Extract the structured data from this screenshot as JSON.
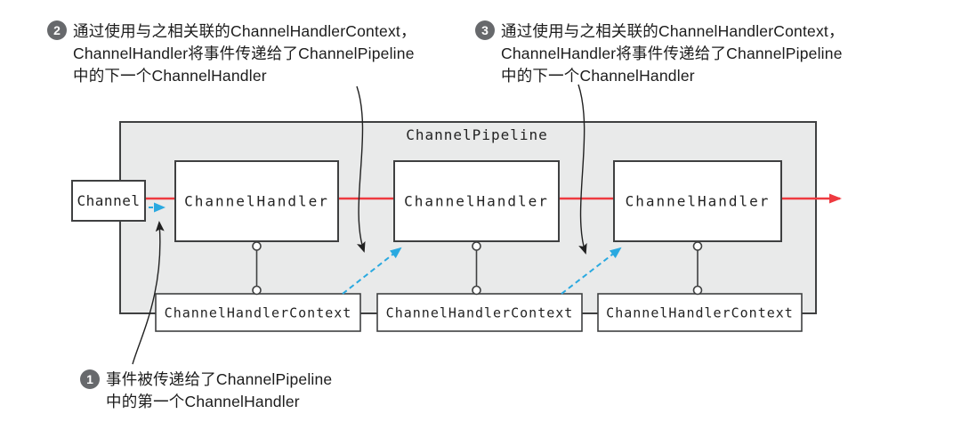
{
  "pipeline": {
    "label": "ChannelPipeline"
  },
  "channel": {
    "label": "Channel"
  },
  "handlers": [
    {
      "label": "ChannelHandler"
    },
    {
      "label": "ChannelHandler"
    },
    {
      "label": "ChannelHandler"
    }
  ],
  "contexts": [
    {
      "label": "ChannelHandlerContext"
    },
    {
      "label": "ChannelHandlerContext"
    },
    {
      "label": "ChannelHandlerContext"
    }
  ],
  "annotations": {
    "note1": {
      "number": "1",
      "lines": [
        "事件被传递给了ChannelPipeline",
        "中的第一个ChannelHandler"
      ]
    },
    "note2": {
      "number": "2",
      "lines": [
        "通过使用与之相关联的ChannelHandlerContext，",
        "ChannelHandler将事件传递给了ChannelPipeline",
        "中的下一个ChannelHandler"
      ]
    },
    "note3": {
      "number": "3",
      "lines": [
        "通过使用与之相关联的ChannelHandlerContext，",
        "ChannelHandler将事件传递给了ChannelPipeline",
        "中的下一个ChannelHandler"
      ]
    }
  },
  "colors": {
    "event_arrow_red": "#ee3a40",
    "context_arrow_blue": "#2aa9e0",
    "pipeline_fill": "#e9eaea",
    "box_border": "#3f4041",
    "callout_line": "#212121",
    "annotation_badge": "#67696c"
  }
}
